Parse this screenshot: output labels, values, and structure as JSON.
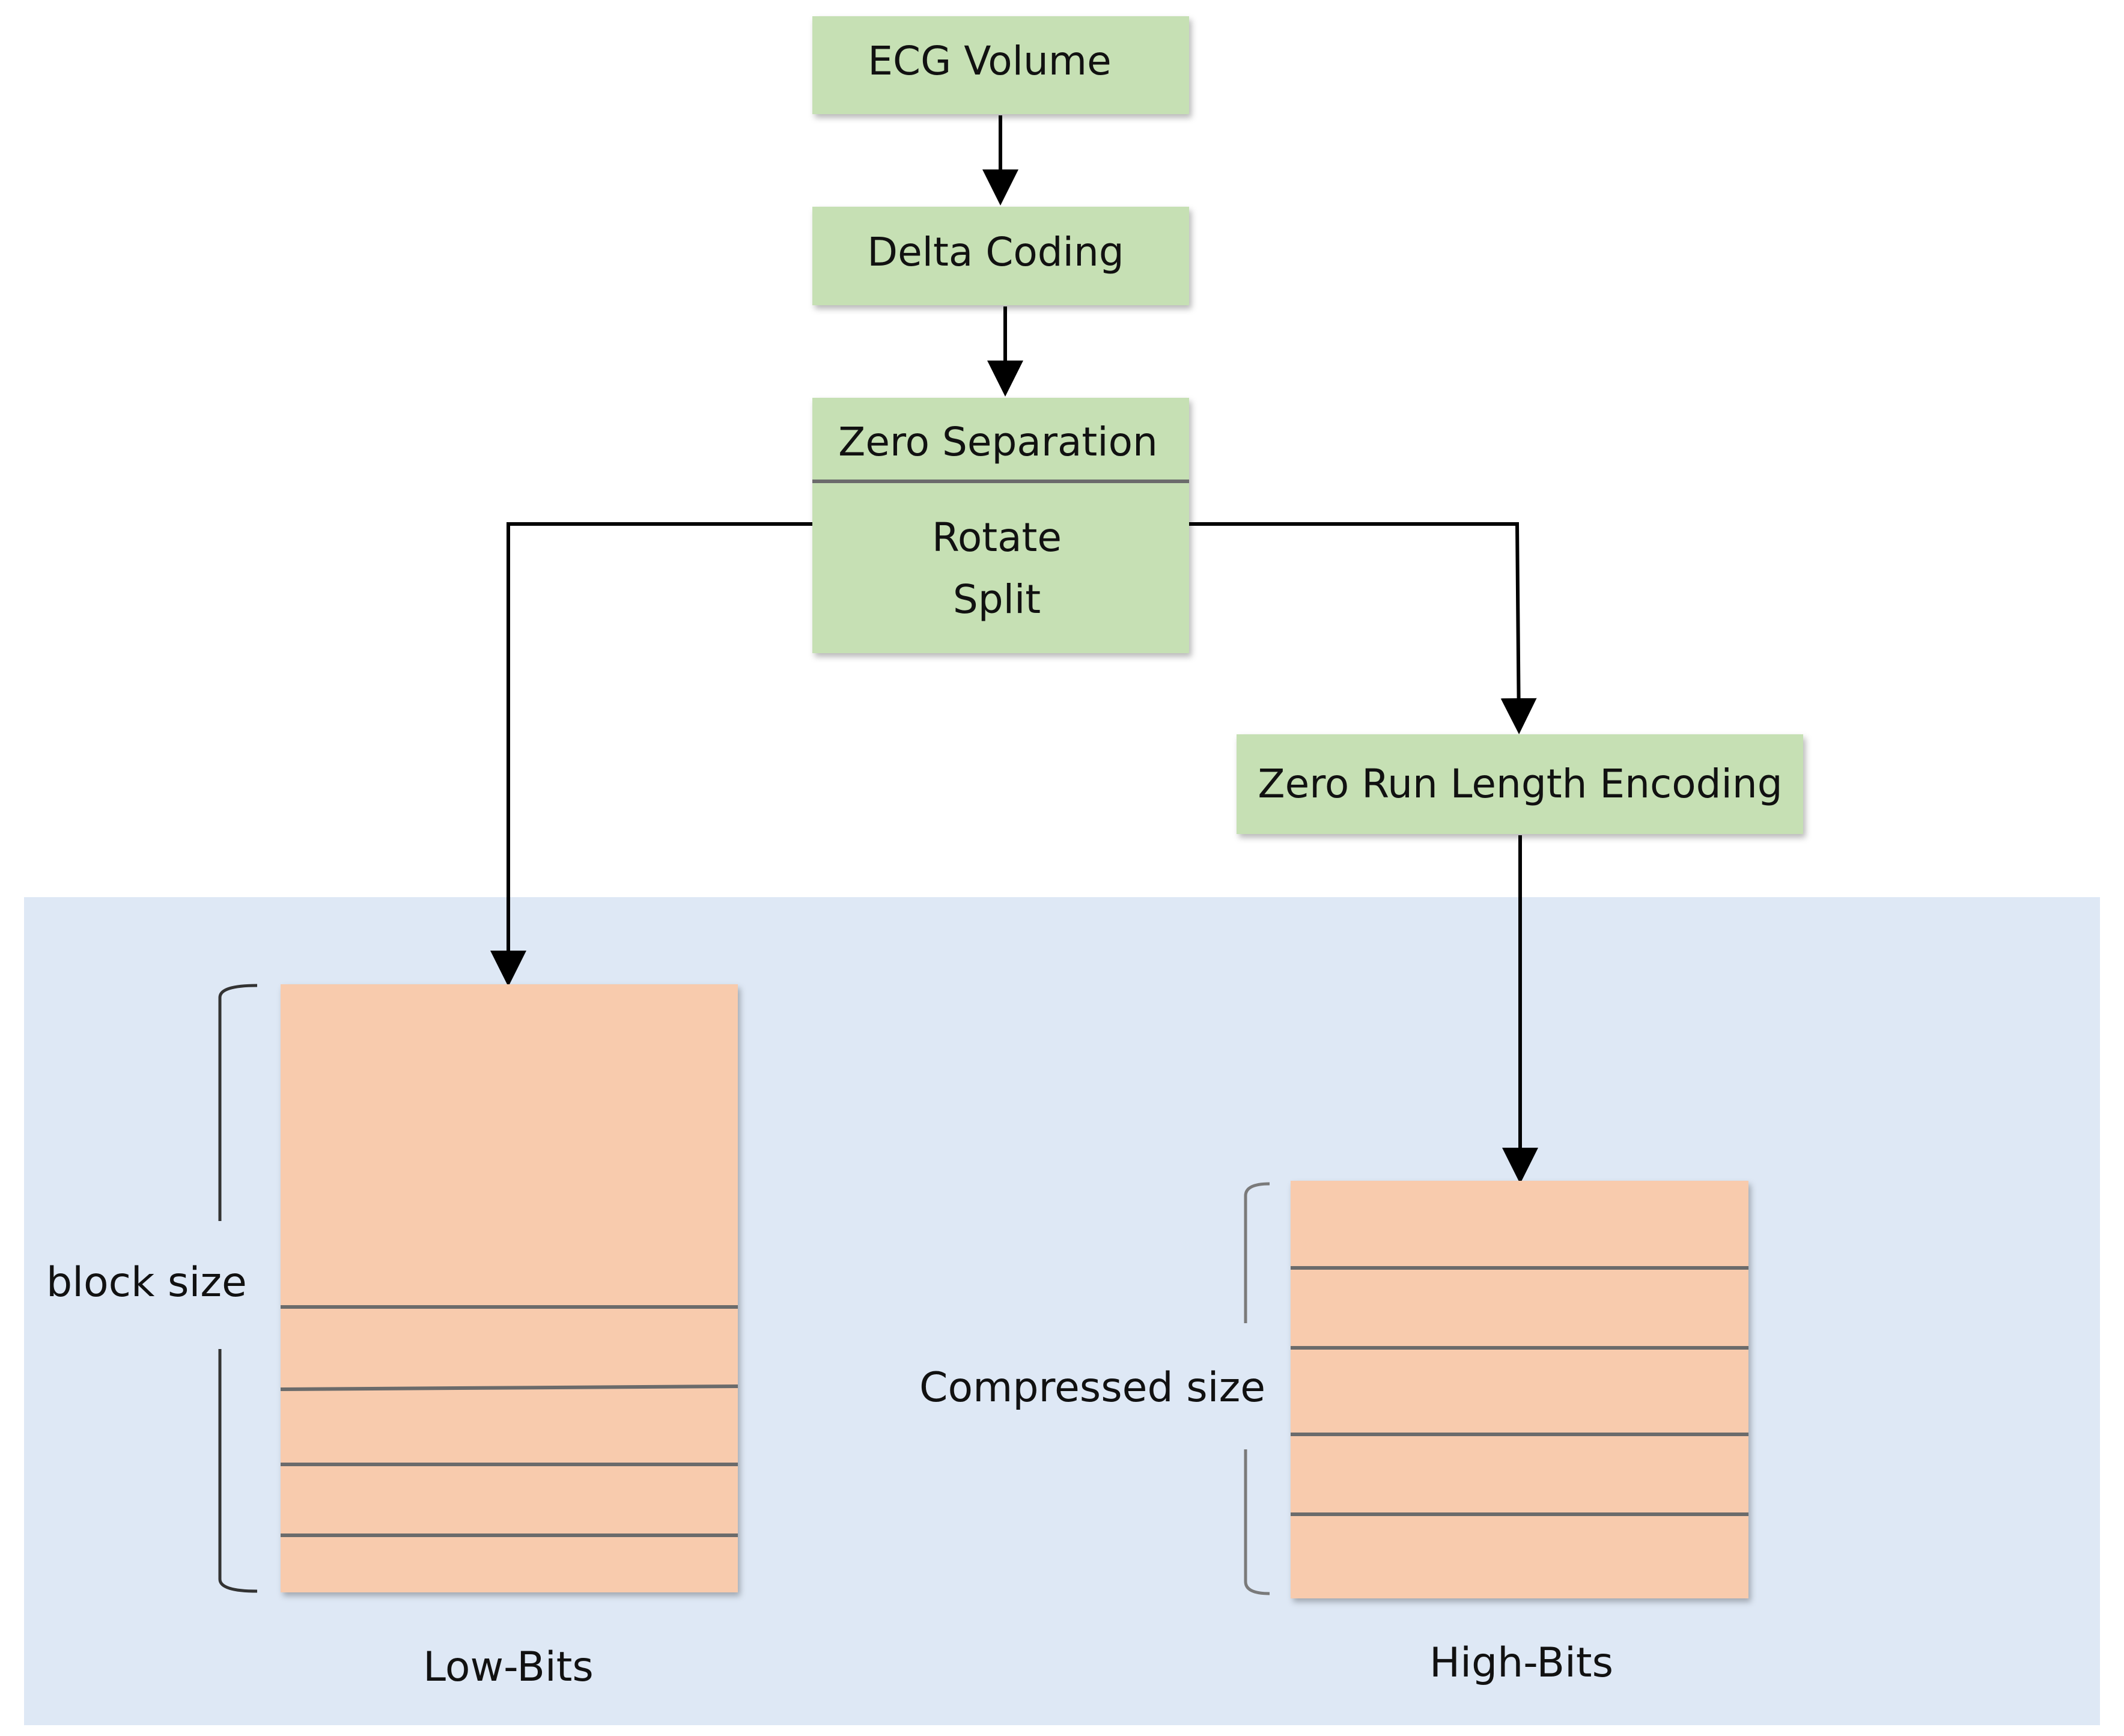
{
  "colors": {
    "process_box_fill": "#c6e0b4",
    "storage_fill": "#f8cbad",
    "storage_region_fill": "#dee8f5",
    "line": "#000000",
    "divider": "#6b6b6b"
  },
  "nodes": {
    "ecg_volume": "ECG Volume",
    "delta_coding": "Delta Coding",
    "zero_separation": "Zero Separation",
    "rotate": "Rotate",
    "split": "Split",
    "zero_rle": "Zero Run Length Encoding"
  },
  "storage": {
    "low_bits_label": "Low-Bits",
    "high_bits_label": "High-Bits",
    "block_size_label": "block size",
    "compressed_size_label": "Compressed size",
    "low_bits_row_count": 5,
    "high_bits_row_count": 5
  }
}
